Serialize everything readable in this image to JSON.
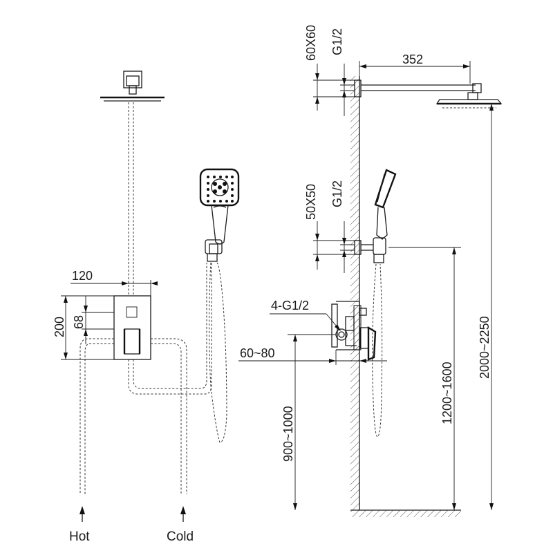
{
  "front_view": {
    "dim_width_body": "120",
    "dim_height_body": "200",
    "dim_outlet_offset": "68",
    "label_hot": "Hot",
    "label_cold": "Cold"
  },
  "side_view": {
    "dim_top_flange": "60X60",
    "dim_top_thread": "G1/2",
    "dim_arm_length": "352",
    "dim_mid_flange": "50X50",
    "dim_mid_thread": "G1/2",
    "dim_valve_ports": "4-G1/2",
    "dim_wall_depth": "60~80",
    "dim_valve_height": "900~1000",
    "dim_outlet_height": "1200~1600",
    "dim_head_height": "2000~2250"
  }
}
